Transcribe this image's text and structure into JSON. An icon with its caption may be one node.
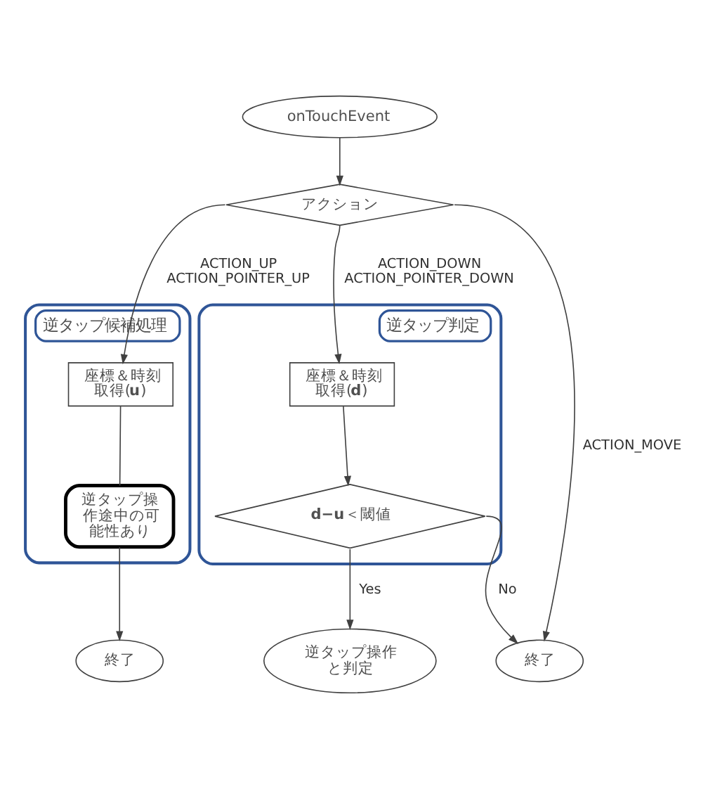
{
  "diagram": {
    "nodes": [
      {
        "text": [
          "onTouchEvent"
        ]
      },
      {
        "text": [
          "アクション"
        ]
      },
      {
        "text": [
          "逆タップ候補処理"
        ]
      },
      {
        "text": [
          "座標＆時刻取得(**u**)"
        ],
        "in": 2
      },
      {
        "text": [
          "逆タップ操作途中の可能性あり"
        ],
        "in": 2
      },
      {
        "text": [
          "逆タップ判定"
        ]
      },
      {
        "text": [
          "座標＆時刻取得(**d**)"
        ],
        "in": 5
      },
      {
        "text": [
          "**d−u**＜閾値"
        ],
        "in": 5
      },
      {
        "text": [
          "終了"
        ]
      },
      {
        "text": [
          "逆タップ操作と判定"
        ]
      },
      {
        "text": [
          "終了"
        ]
      }
    ],
    "edges": [
      {
        "from": 0,
        "to": 1,
        "arrow": "to"
      },
      {
        "from": 1,
        "to": 3,
        "arrow": "to",
        "label": "ACTION_UP ACTION_POINTER_UP"
      },
      {
        "from": 1,
        "to": 6,
        "arrow": "to",
        "label": "ACTION_DOWN ACTION_POINTER_DOWN"
      },
      {
        "from": 1,
        "to": 10,
        "arrow": "to",
        "label": "ACTION_MOVE"
      },
      {
        "from": 3,
        "to": 4,
        "arrow": "none"
      },
      {
        "from": 4,
        "to": 8,
        "arrow": "to"
      },
      {
        "from": 6,
        "to": 7,
        "arrow": "to"
      },
      {
        "from": 7,
        "to": 10,
        "arrow": "to",
        "label": "No"
      },
      {
        "from": 7,
        "to": 9,
        "arrow": "to",
        "label": "Yes"
      }
    ]
  }
}
